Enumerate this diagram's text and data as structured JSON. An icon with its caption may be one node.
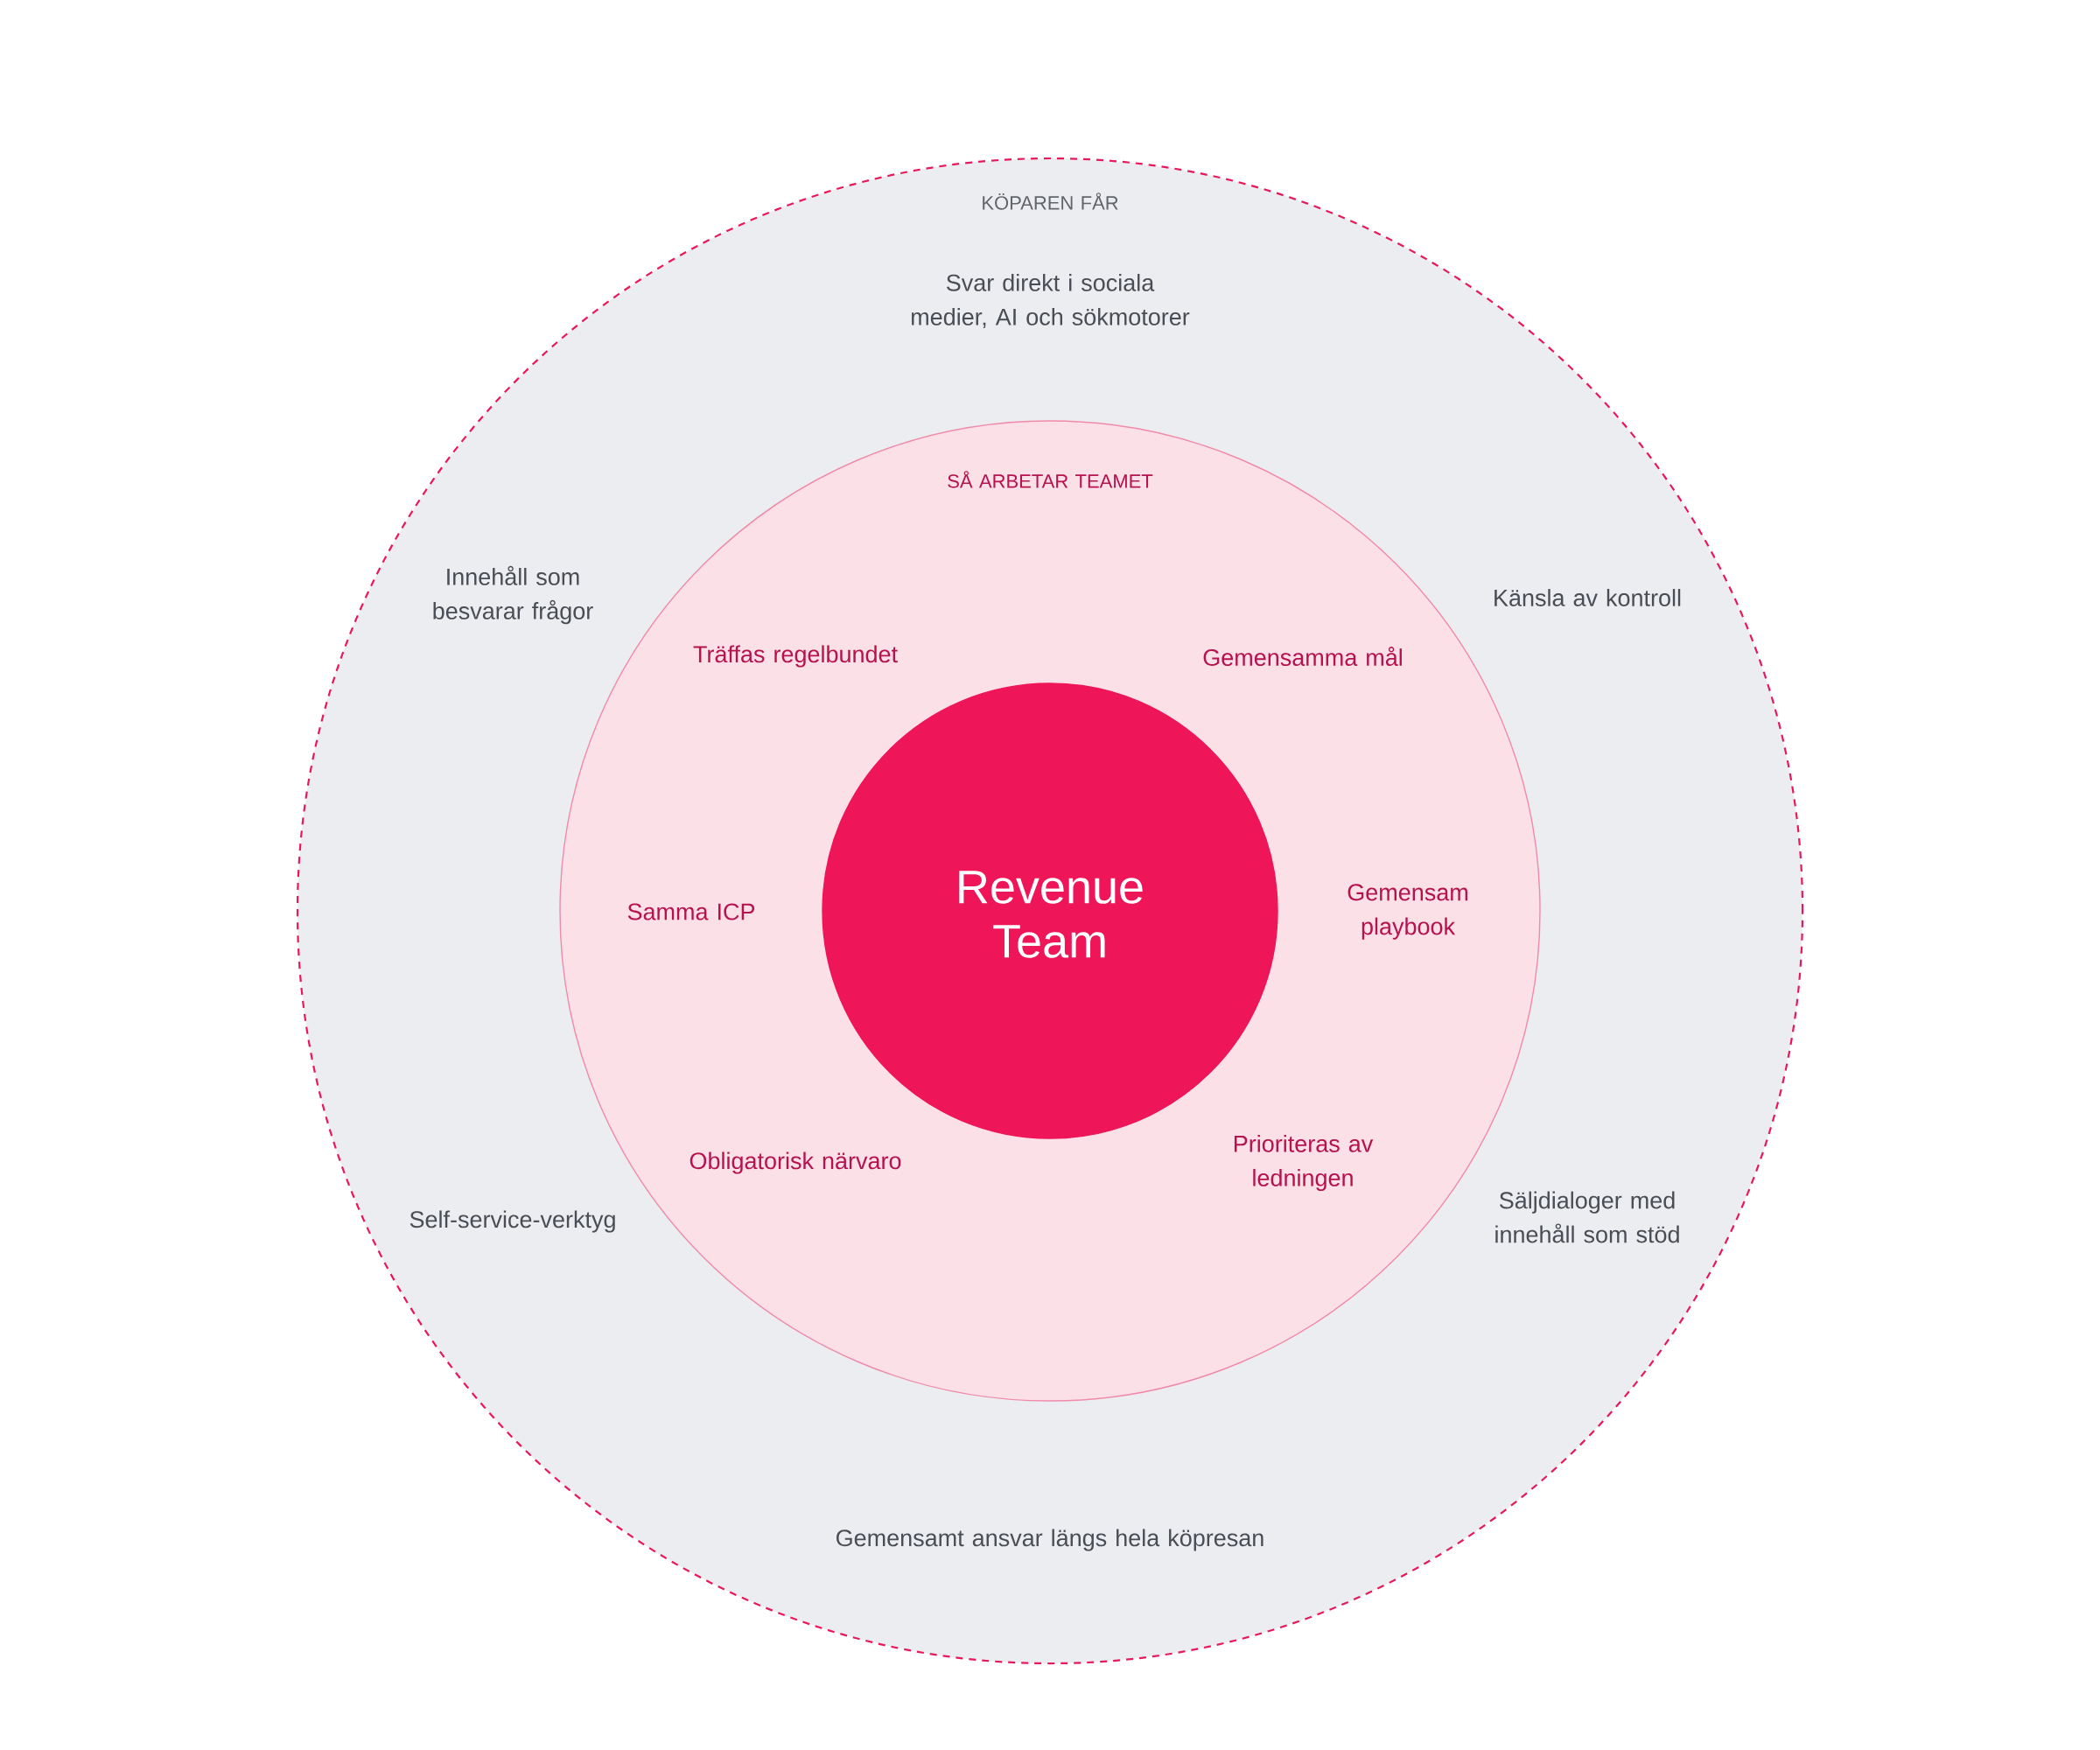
{
  "diagram": {
    "nodes": [
      {
        "text": [
          "KÖPAREN FÅR",
          "Svar direkt i sociala medier, AI och sökmotorer",
          "Innehåll som besvarar frågor",
          "Känsla av kontroll",
          "Self-service-verktyg",
          "Säljdialoger med innehåll som stöd",
          "Gemensamt ansvar längs hela köpresan"
        ]
      },
      {
        "text": [
          "SÅ ARBETAR TEAMET",
          "Träffas regelbundet",
          "Gemensamma mål",
          "Samma ICP",
          "Gemensam playbook",
          "Obligatorisk närvaro",
          "Prioriteras av ledningen"
        ],
        "in": 0
      },
      {
        "text": [
          "Revenue Team"
        ],
        "in": 1
      }
    ],
    "edges": []
  }
}
